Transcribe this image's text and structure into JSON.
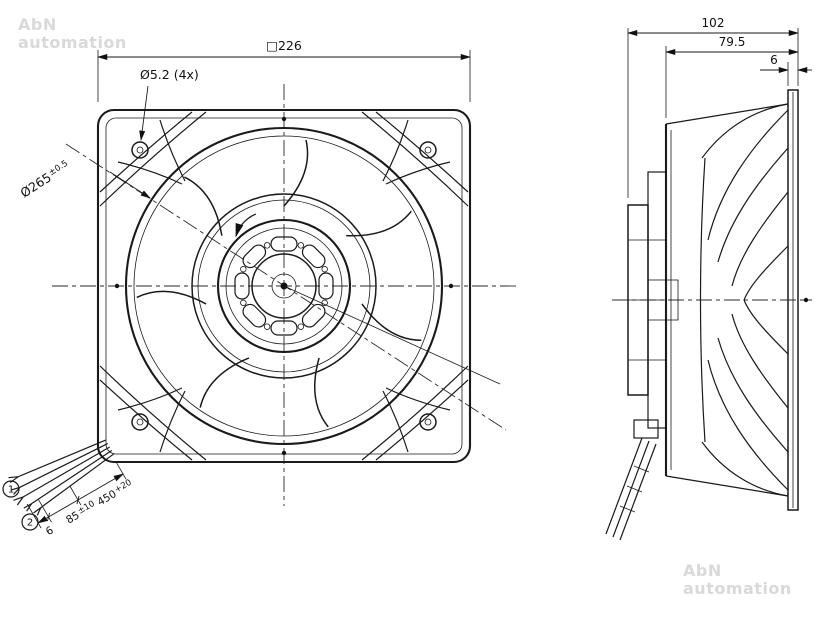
{
  "colors": {
    "line": "#1a1a1a",
    "watermark": "#d9d9d9",
    "background": "#ffffff"
  },
  "watermark": {
    "line1": "AbN",
    "line2": "automation"
  },
  "front_view": {
    "dim_square": "□226",
    "dim_holes": "Ø5.2 (4x)",
    "dim_diameter_base": "Ø265",
    "dim_diameter_tol": "±0.5",
    "wire_labels": {
      "one": "1",
      "two": "2"
    },
    "wire_dims": {
      "strip_len": "6",
      "split_base": "85",
      "split_tol": "±10",
      "cable_base": "450",
      "cable_tol": "+20"
    }
  },
  "side_view": {
    "dim_total_depth": "102",
    "dim_housing_depth": "79.5",
    "dim_flange_thickness": "6"
  }
}
